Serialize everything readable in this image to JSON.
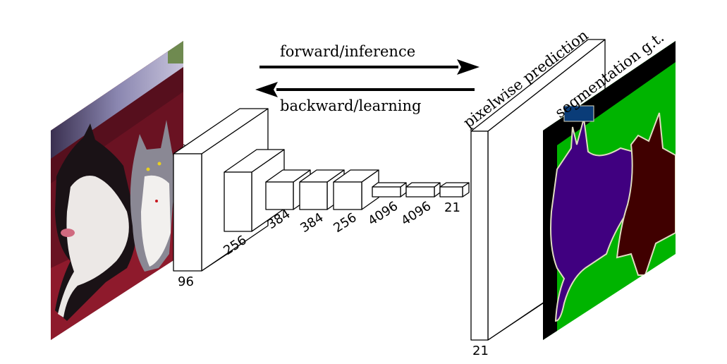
{
  "diagram": {
    "title": "Fully convolutional network for semantic segmentation",
    "arrows": {
      "forward_label": "forward/inference",
      "backward_label": "backward/learning"
    },
    "input_image": {
      "description": "photo of a black-and-white dog and a grey cat on a red couch"
    },
    "layers": [
      {
        "label": "96"
      },
      {
        "label": "256"
      },
      {
        "label": "384"
      },
      {
        "label": "384"
      },
      {
        "label": "256"
      },
      {
        "label": "4096"
      },
      {
        "label": "4096"
      },
      {
        "label": "21"
      }
    ],
    "output_volume": {
      "label": "21",
      "caption": "pixelwise prediction"
    },
    "ground_truth": {
      "caption": "segmentation g.t.",
      "colors": {
        "background": "#00b400",
        "border": "#000000",
        "dog": "#400080",
        "cat": "#400000",
        "void_outline": "#e0dcc0",
        "box": "#0a3c78"
      }
    }
  }
}
